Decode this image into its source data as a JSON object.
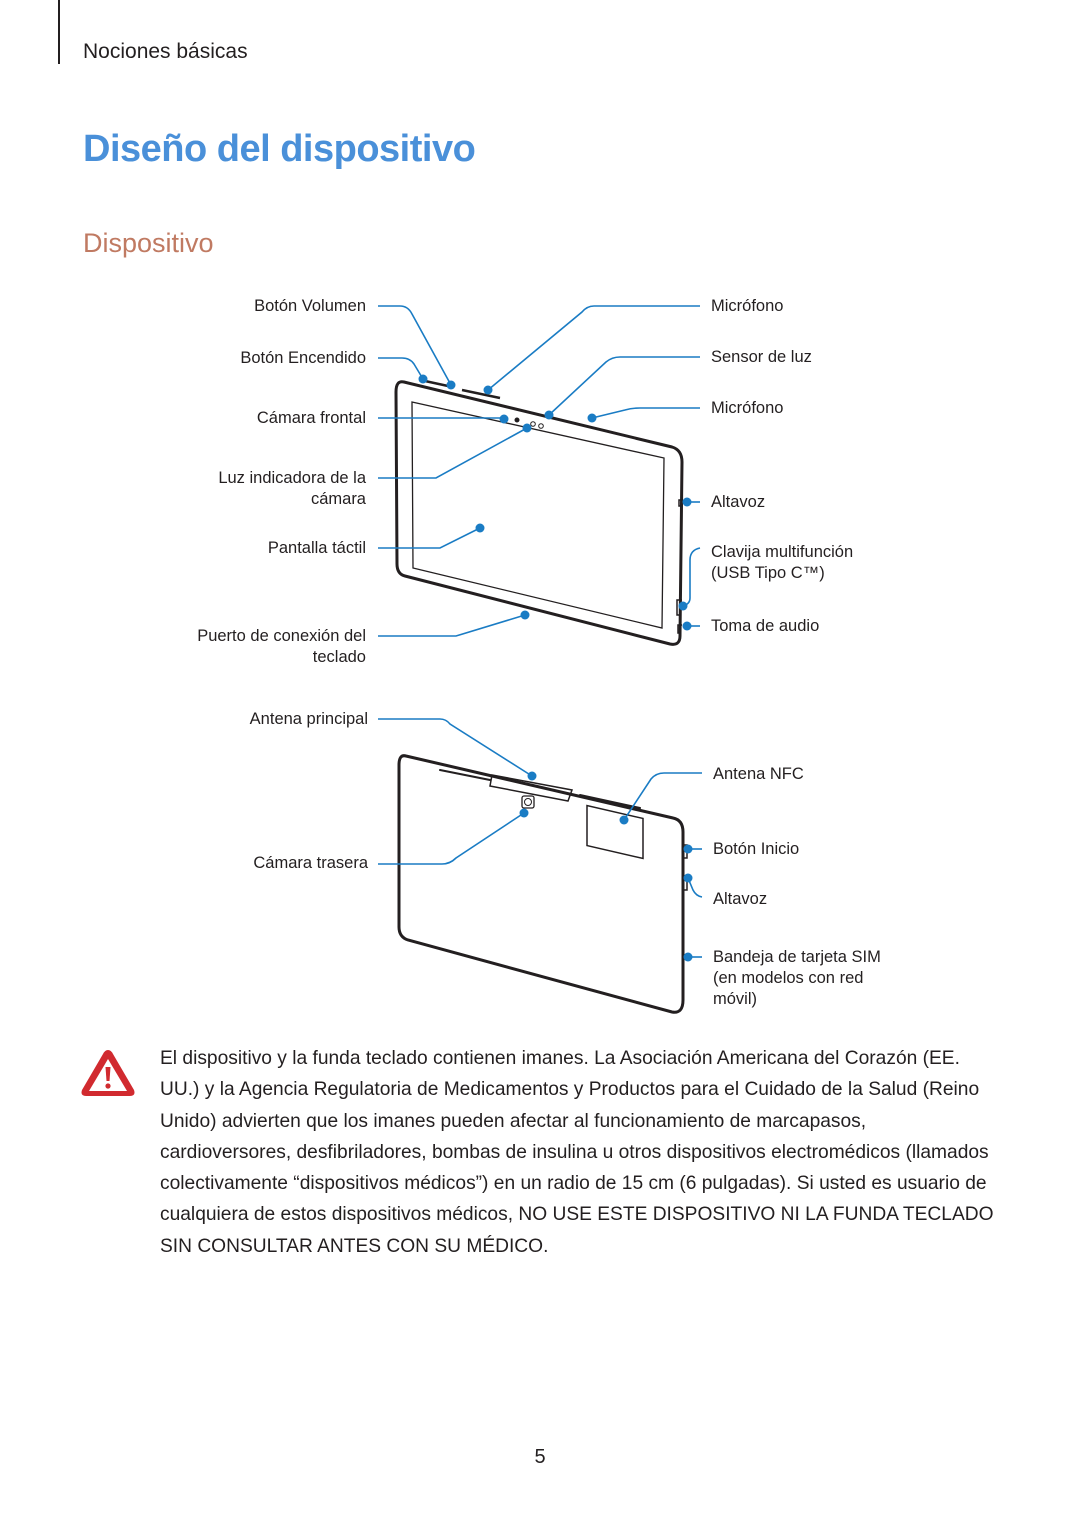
{
  "header": {
    "section": "Nociones básicas"
  },
  "title": "Diseño del dispositivo",
  "subtitle": "Dispositivo",
  "front_labels": {
    "volume": "Botón Volumen",
    "power": "Botón Encendido",
    "front_camera": "Cámara frontal",
    "camera_led_1": "Luz indicadora de la",
    "camera_led_2": "cámara",
    "touchscreen": "Pantalla táctil",
    "keyboard_port_1": "Puerto de conexión del",
    "keyboard_port_2": "teclado",
    "mic_top": "Micrófono",
    "light_sensor": "Sensor de luz",
    "mic_2": "Micrófono",
    "speaker": "Altavoz",
    "usb_1": "Clavija multifunción",
    "usb_2": "(USB Tipo C™)",
    "audio_jack": "Toma de audio"
  },
  "back_labels": {
    "main_antenna": "Antena principal",
    "rear_camera": "Cámara trasera",
    "nfc_antenna": "Antena NFC",
    "home_button": "Botón Inicio",
    "speaker": "Altavoz",
    "sim_1": "Bandeja de tarjeta SIM",
    "sim_2": "(en modelos con red",
    "sim_3": "móvil)"
  },
  "warning": {
    "icon": "warning-triangle-icon",
    "text": "El dispositivo y la funda teclado contienen imanes. La Asociación Americana del Corazón (EE. UU.) y la Agencia Regulatoria de Medicamentos y Productos para el Cuidado de la Salud (Reino Unido) advierten que los imanes pueden afectar al funcionamiento de marcapasos, cardioversores, desfibriladores, bombas de insulina u otros dispositivos electromédicos (llamados colectivamente “dispositivos médicos”) en un radio de 15 cm (6 pulgadas). Si usted es usuario de cualquiera de estos dispositivos médicos, NO USE ESTE DISPOSITIVO NI LA FUNDA TECLADO SIN CONSULTAR ANTES CON SU MÉDICO."
  },
  "page_number": "5",
  "colors": {
    "title": "#4a90d9",
    "subtitle": "#c07a62",
    "callout": "#1a7cc4",
    "warning_red": "#d12a2f"
  }
}
